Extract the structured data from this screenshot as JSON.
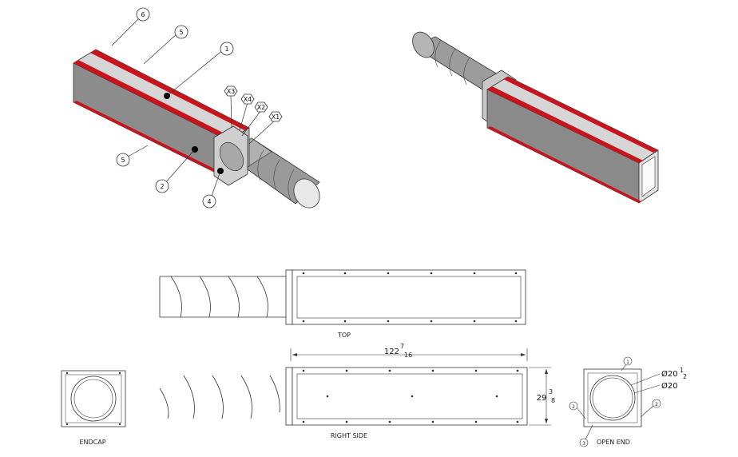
{
  "balloons": {
    "b6": "6",
    "b5a": "5",
    "b1": "1",
    "b5b": "5",
    "b2": "2",
    "b4": "4"
  },
  "hex_tags": {
    "x3": "X3",
    "x4": "X4",
    "x2": "X2",
    "x1": "X1"
  },
  "views": {
    "top": "TOP",
    "right_side": "RIGHT SIDE",
    "endcap": "ENDCAP",
    "open_end": "OPEN END"
  },
  "dimensions": {
    "length_whole": "122",
    "length_num": "7",
    "length_den": "16",
    "height_whole": "29",
    "height_num": "3",
    "height_den": "8",
    "dia_outer_whole": "Ø20",
    "dia_outer_num": "1",
    "dia_outer_den": "2",
    "dia_inner": "Ø20"
  },
  "open_end_balloons": {
    "top": "1",
    "left": "2",
    "right": "2",
    "bottom": "3"
  },
  "colors": {
    "accent_red": "#c8141c",
    "face_light": "#d4d4d4",
    "face_dark": "#8a8a8a",
    "line": "#333333"
  }
}
